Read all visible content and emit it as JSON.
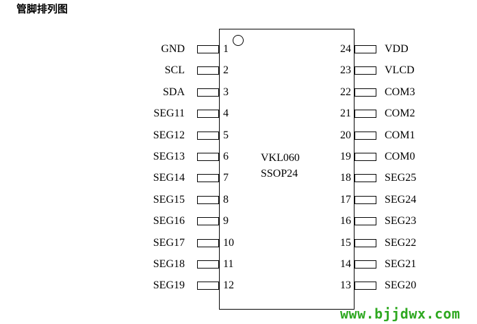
{
  "title": "管脚排列图",
  "chip": {
    "name": "VKL060",
    "package": "SSOP24"
  },
  "left_pins": [
    {
      "num": "1",
      "name": "GND"
    },
    {
      "num": "2",
      "name": "SCL"
    },
    {
      "num": "3",
      "name": "SDA"
    },
    {
      "num": "4",
      "name": "SEG11"
    },
    {
      "num": "5",
      "name": "SEG12"
    },
    {
      "num": "6",
      "name": "SEG13"
    },
    {
      "num": "7",
      "name": "SEG14"
    },
    {
      "num": "8",
      "name": "SEG15"
    },
    {
      "num": "9",
      "name": "SEG16"
    },
    {
      "num": "10",
      "name": "SEG17"
    },
    {
      "num": "11",
      "name": "SEG18"
    },
    {
      "num": "12",
      "name": "SEG19"
    }
  ],
  "right_pins": [
    {
      "num": "24",
      "name": "VDD"
    },
    {
      "num": "23",
      "name": "VLCD"
    },
    {
      "num": "22",
      "name": "COM3"
    },
    {
      "num": "21",
      "name": "COM2"
    },
    {
      "num": "20",
      "name": "COM1"
    },
    {
      "num": "19",
      "name": "COM0"
    },
    {
      "num": "18",
      "name": "SEG25"
    },
    {
      "num": "17",
      "name": "SEG24"
    },
    {
      "num": "16",
      "name": "SEG23"
    },
    {
      "num": "15",
      "name": "SEG22"
    },
    {
      "num": "14",
      "name": "SEG21"
    },
    {
      "num": "13",
      "name": "SEG20"
    }
  ],
  "watermark": "www.bjjdwx.com"
}
